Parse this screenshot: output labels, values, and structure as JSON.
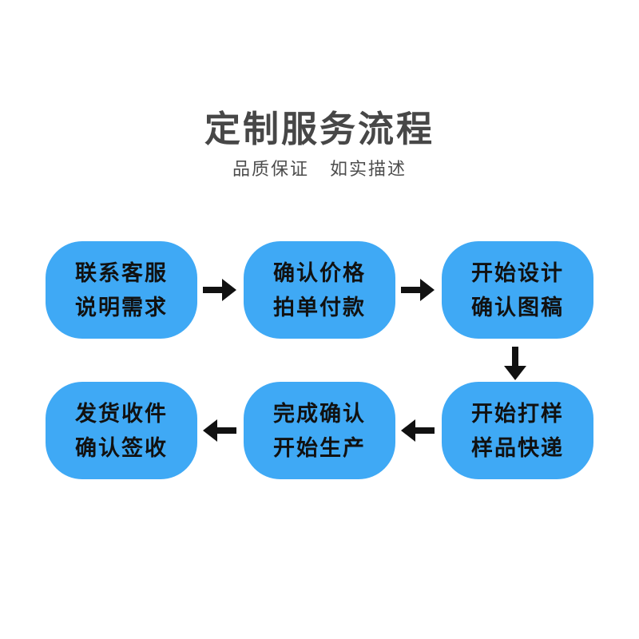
{
  "header": {
    "title": "定制服务流程",
    "subtitle_left": "品质保证",
    "subtitle_right": "如实描述"
  },
  "colors": {
    "background": "#ffffff",
    "box_fill": "#3fa9f5",
    "title_text": "#474747",
    "subtitle_text": "#4d4d4d",
    "box_text": "#111111",
    "arrow": "#111111"
  },
  "flow": {
    "steps": [
      {
        "line1": "联系客服",
        "line2": "说明需求"
      },
      {
        "line1": "确认价格",
        "line2": "拍单付款"
      },
      {
        "line1": "开始设计",
        "line2": "确认图稿"
      },
      {
        "line1": "开始打样",
        "line2": "样品快递"
      },
      {
        "line1": "完成确认",
        "line2": "开始生产"
      },
      {
        "line1": "发货收件",
        "line2": "确认签收"
      }
    ],
    "arrows": [
      {
        "from": 1,
        "to": 2,
        "direction": "right"
      },
      {
        "from": 2,
        "to": 3,
        "direction": "right"
      },
      {
        "from": 3,
        "to": 4,
        "direction": "down"
      },
      {
        "from": 4,
        "to": 5,
        "direction": "left"
      },
      {
        "from": 5,
        "to": 6,
        "direction": "left"
      }
    ]
  }
}
